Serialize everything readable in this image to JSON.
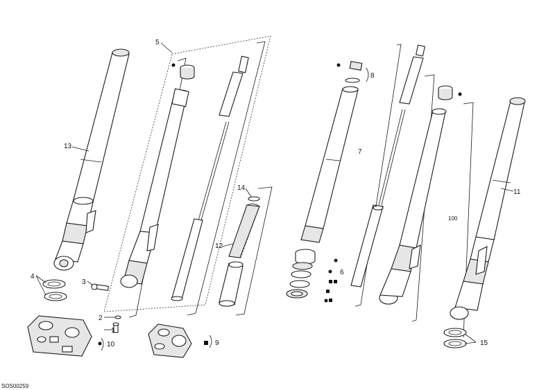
{
  "diagram": {
    "drawing_code": "SOS00259",
    "callouts": {
      "c1": "1",
      "c2": "2",
      "c3": "3",
      "c4": "4",
      "c5": "5",
      "c6": "6",
      "c7": "7",
      "c8": "8",
      "c9": "9",
      "c10": "10",
      "c11": "11",
      "c12": "12",
      "c13": "13",
      "c14": "14",
      "c15": "15",
      "c100": "100"
    },
    "legend_symbols": [
      "circle",
      "square",
      "circle-square",
      "square-square"
    ]
  }
}
